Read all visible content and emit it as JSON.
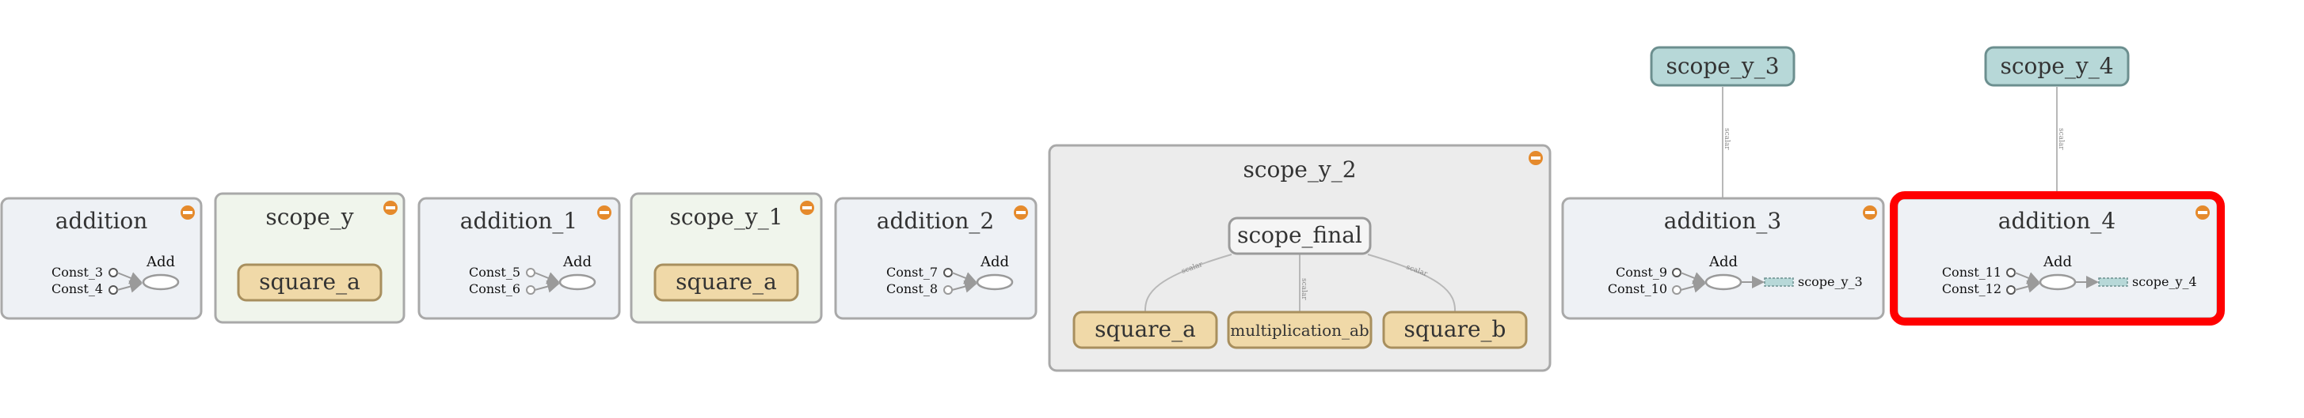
{
  "nodes": {
    "addition": {
      "title": "addition",
      "const_top": "Const_3",
      "const_bottom": "Const_4",
      "op": "Add"
    },
    "scope_y": {
      "title": "scope_y",
      "child": "square_a"
    },
    "addition_1": {
      "title": "addition_1",
      "const_top": "Const_5",
      "const_bottom": "Const_6",
      "op": "Add"
    },
    "scope_y_1": {
      "title": "scope_y_1",
      "child": "square_a"
    },
    "addition_2": {
      "title": "addition_2",
      "const_top": "Const_7",
      "const_bottom": "Const_8",
      "op": "Add"
    },
    "scope_y_2": {
      "title": "scope_y_2",
      "inner_node": "scope_final",
      "children": [
        "square_a",
        "multiplication_ab",
        "square_b"
      ],
      "edge_labels": [
        "scalar",
        "scalar",
        "scalar"
      ]
    },
    "addition_3": {
      "title": "addition_3",
      "const_top": "Const_9",
      "const_bottom": "Const_10",
      "op": "Add",
      "output": "scope_y_3"
    },
    "addition_4": {
      "title": "addition_4",
      "const_top": "Const_11",
      "const_bottom": "Const_12",
      "op": "Add",
      "output": "scope_y_4"
    },
    "scope_y_3": {
      "title": "scope_y_3"
    },
    "scope_y_4": {
      "title": "scope_y_4"
    }
  },
  "edges": {
    "scope_y_3_to_addition_3": "scalar",
    "scope_y_4_to_addition_4": "scalar"
  },
  "colors": {
    "addition_fill": "#eef1f5",
    "scope_fill": "#f0f5ec",
    "scope_y_2_fill": "#ececec",
    "leaf_fill": "#f0d9a8",
    "leaf_stroke": "#a88f5e",
    "output_fill": "#b7d8d8",
    "output_stroke": "#6c8f8f",
    "expand_badge": "#e58a2c",
    "selection": "#ff0000"
  },
  "selected": "addition_4"
}
